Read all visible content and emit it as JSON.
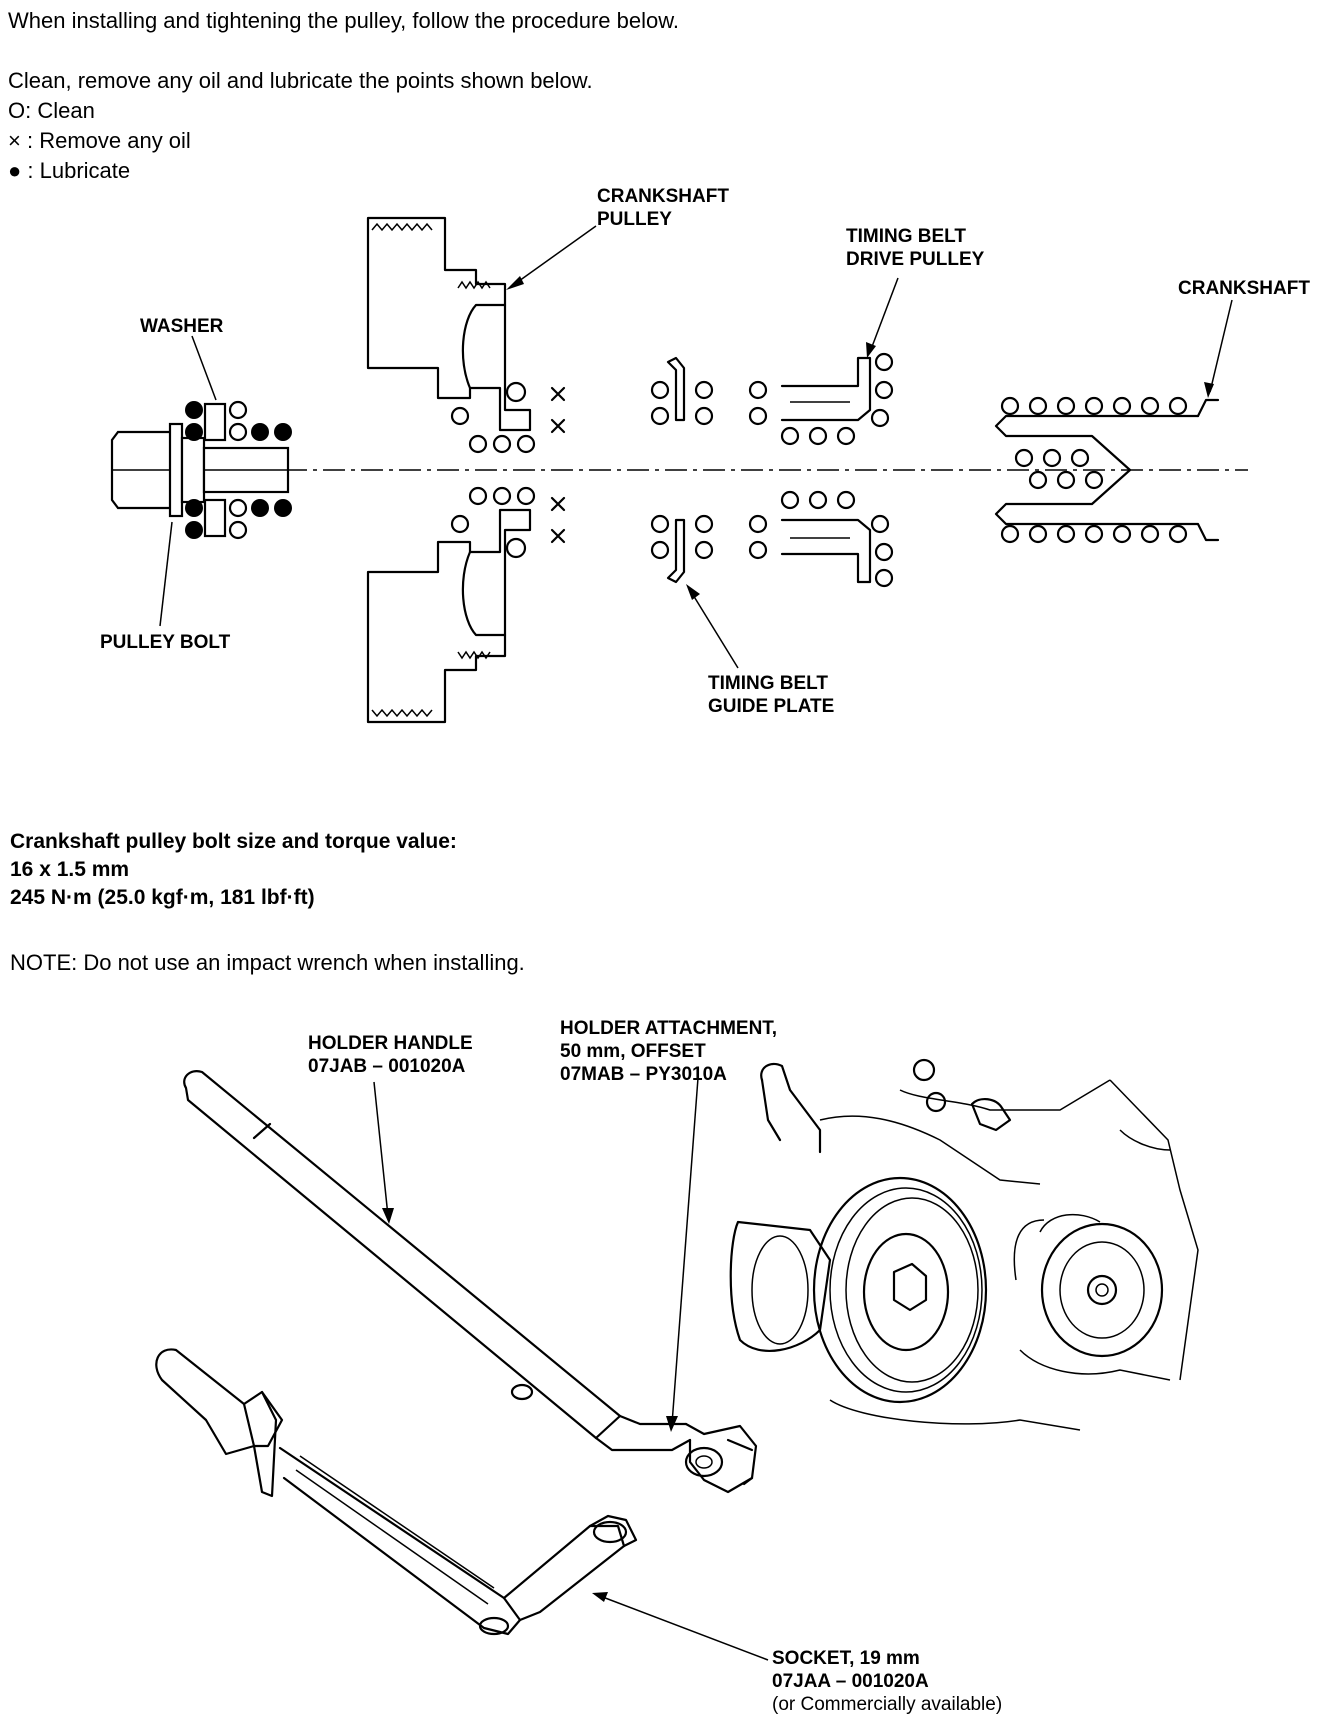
{
  "intro": "When installing and tightening the pulley, follow the procedure below.",
  "instruction": "Clean, remove any oil and lubricate the points shown below.",
  "legend": [
    {
      "symbol": "O",
      "text": ": Clean"
    },
    {
      "symbol": "×",
      "text": " : Remove any oil"
    },
    {
      "symbol": "●",
      "text": " : Lubricate"
    }
  ],
  "labels": {
    "crankshaft_pulley": [
      "CRANKSHAFT",
      "PULLEY"
    ],
    "timing_belt_drive_pulley": [
      "TIMING BELT",
      "DRIVE PULLEY"
    ],
    "crankshaft": [
      "CRANKSHAFT"
    ],
    "washer": [
      "WASHER"
    ],
    "pulley_bolt": [
      "PULLEY BOLT"
    ],
    "timing_belt_guide_plate": [
      "TIMING BELT",
      "GUIDE PLATE"
    ],
    "holder_handle": [
      "HOLDER HANDLE",
      "07JAB – 001020A"
    ],
    "holder_attachment": [
      "HOLDER ATTACHMENT,",
      "50 mm, OFFSET",
      "07MAB – PY3010A"
    ],
    "socket": [
      "SOCKET, 19 mm",
      "07JAA – 001020A",
      "(or Commercially available)"
    ]
  },
  "spec": {
    "heading": "Crankshaft pulley bolt size and torque value:",
    "size": "16 x 1.5 mm",
    "torque": "245 N·m (25.0 kgf·m, 181 lbf·ft)"
  },
  "note": "NOTE:  Do not use an impact wrench when installing."
}
